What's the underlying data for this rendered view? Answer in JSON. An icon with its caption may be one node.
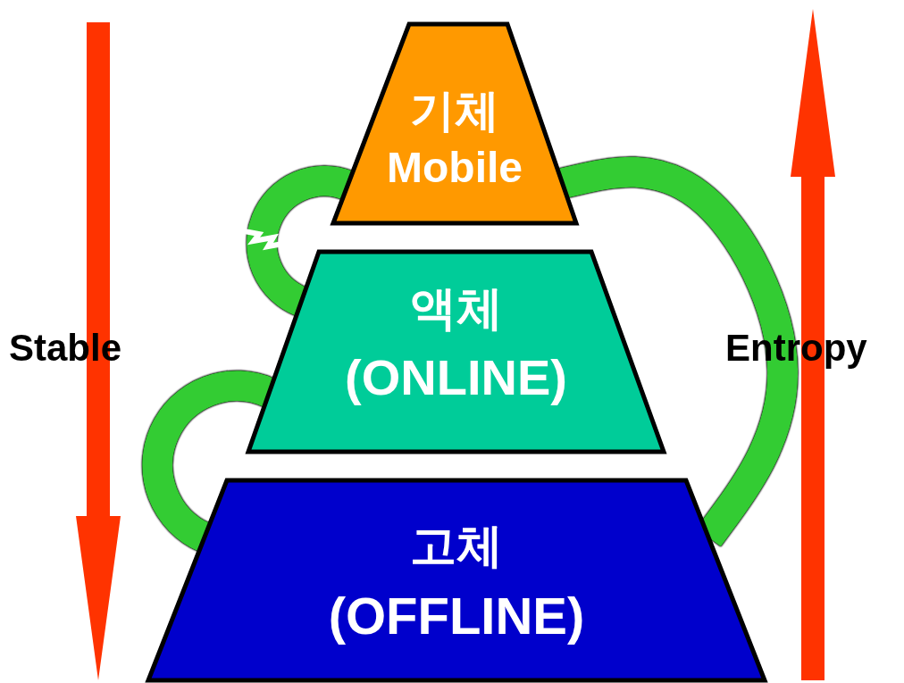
{
  "diagram": {
    "nodes": [
      {
        "text": [
          "기체",
          "Mobile"
        ]
      },
      {
        "text": [
          "액체",
          "(ONLINE)"
        ]
      },
      {
        "text": [
          "고체",
          "(OFFLINE)"
        ]
      }
    ],
    "edges": [
      {
        "from": 0,
        "to": 1,
        "arrow": "none"
      },
      {
        "from": 1,
        "to": 2,
        "arrow": "none"
      },
      {
        "from": 0,
        "to": 2,
        "arrow": "none"
      }
    ],
    "labels": [
      "Stable",
      "Entropy"
    ]
  }
}
